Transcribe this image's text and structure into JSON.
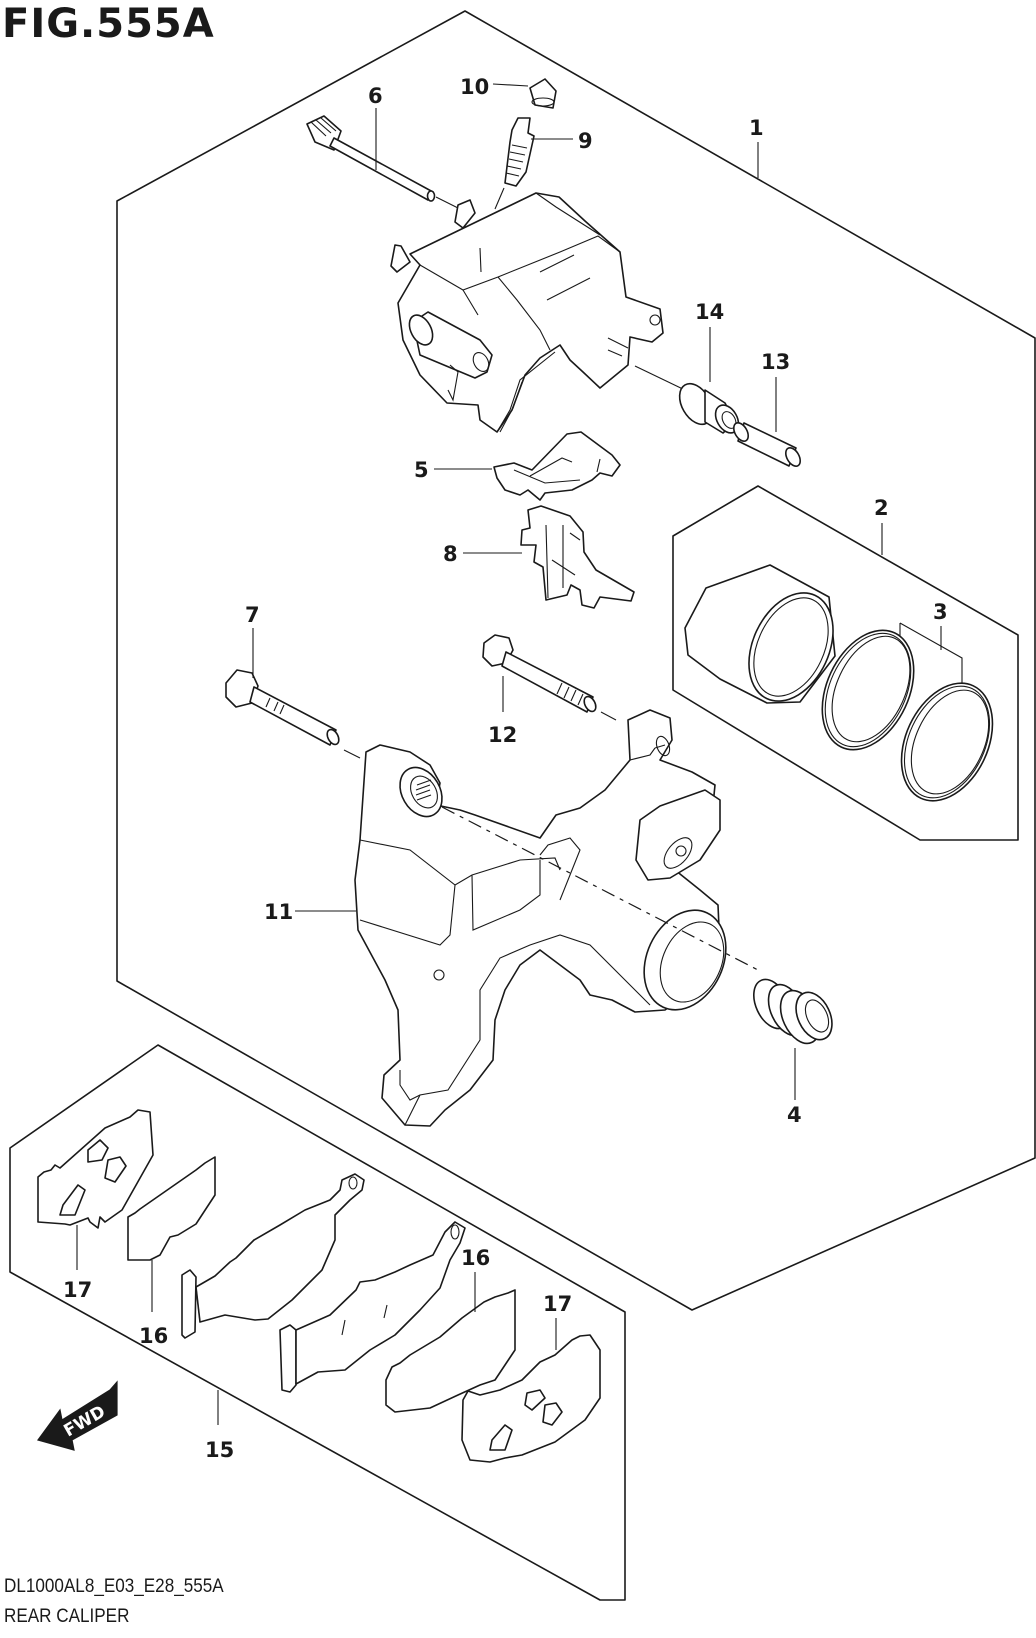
{
  "figure": {
    "title": "FIG.555A",
    "code": "DL1000AL8_E03_E28_555A",
    "name": "REAR CALIPER"
  },
  "direction_indicator": {
    "label": "FWD",
    "icon": "arrow-left-down-icon"
  },
  "callouts": [
    {
      "number": "1",
      "part": "caliper-assembly"
    },
    {
      "number": "2",
      "part": "piston-set"
    },
    {
      "number": "3",
      "part": "piston-seal-set"
    },
    {
      "number": "4",
      "part": "boot"
    },
    {
      "number": "5",
      "part": "pad-spring"
    },
    {
      "number": "6",
      "part": "pad-mount-pin"
    },
    {
      "number": "7",
      "part": "caliper-mount-bolt"
    },
    {
      "number": "8",
      "part": "pad-spring"
    },
    {
      "number": "9",
      "part": "bleeder-valve"
    },
    {
      "number": "10",
      "part": "bleeder-cap"
    },
    {
      "number": "11",
      "part": "caliper-bracket"
    },
    {
      "number": "12",
      "part": "bracket-bolt"
    },
    {
      "number": "13",
      "part": "slide-pin"
    },
    {
      "number": "14",
      "part": "slide-pin-boot"
    },
    {
      "number": "15",
      "part": "brake-pad-set"
    },
    {
      "number": "16",
      "part": "pad-shim"
    },
    {
      "number": "16",
      "part": "pad-shim"
    },
    {
      "number": "17",
      "part": "pad-shim-outer"
    },
    {
      "number": "17",
      "part": "pad-shim-outer"
    }
  ]
}
